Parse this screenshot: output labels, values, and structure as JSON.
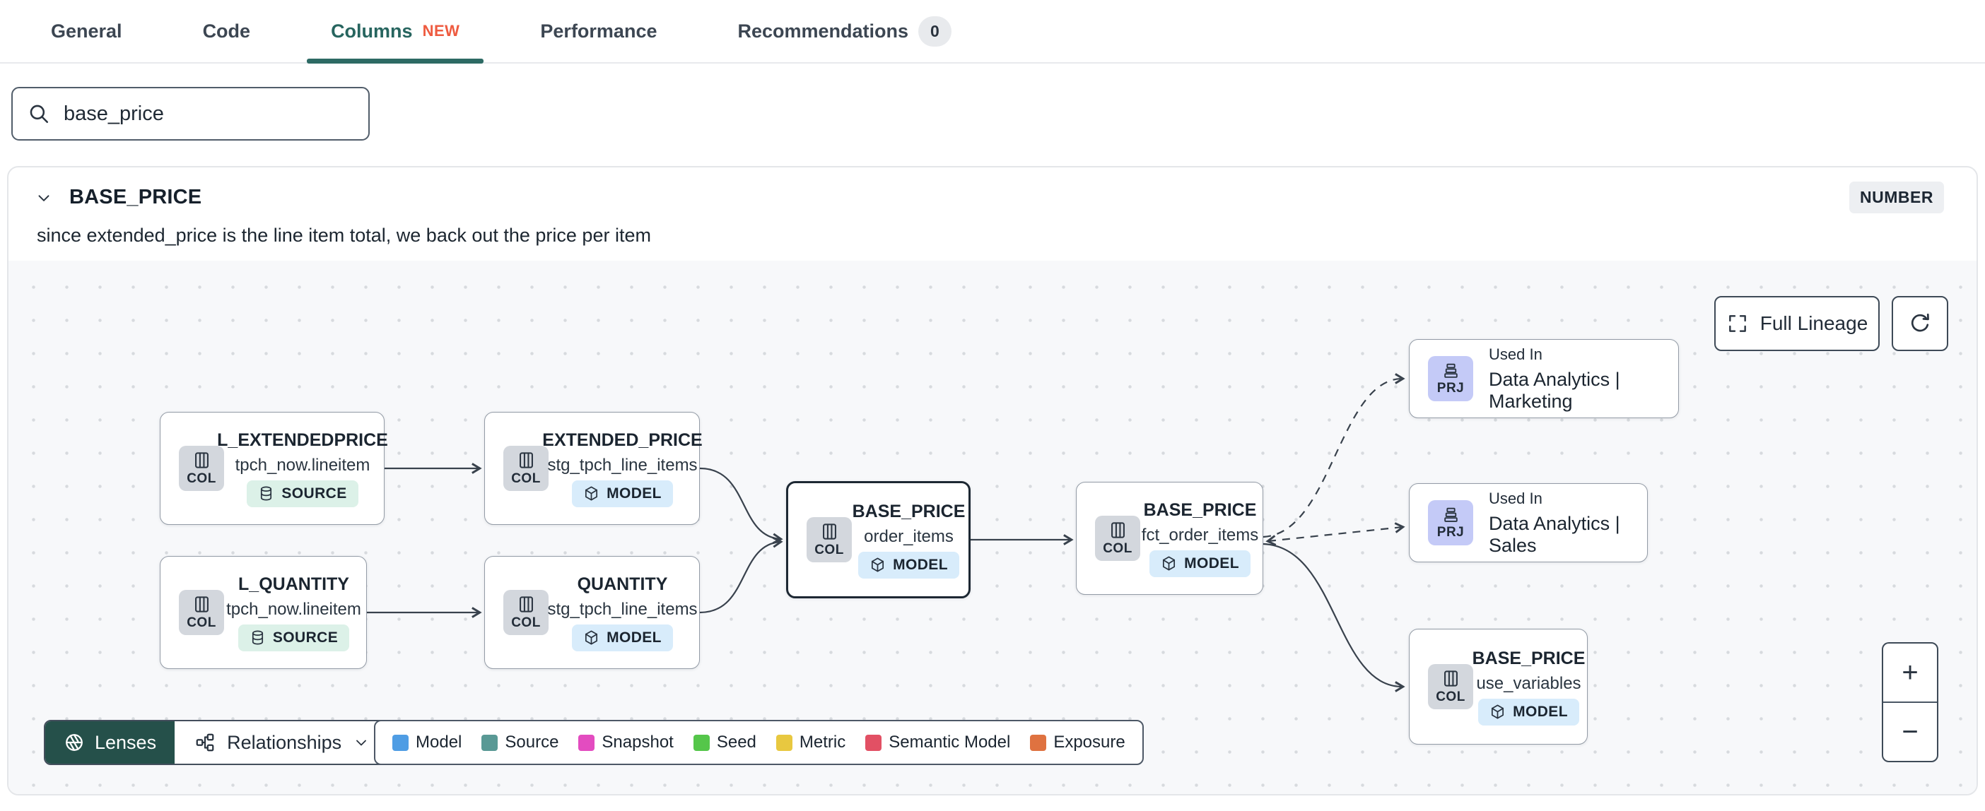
{
  "tabs": {
    "items": [
      {
        "label": "General"
      },
      {
        "label": "Code"
      },
      {
        "label": "Columns",
        "badge": "NEW",
        "active": true
      },
      {
        "label": "Performance"
      },
      {
        "label": "Recommendations",
        "count": "0"
      }
    ]
  },
  "search": {
    "value": "base_price",
    "icon": "search-icon"
  },
  "column_section": {
    "name": "BASE_PRICE",
    "data_type": "NUMBER",
    "description": "since extended_price is the line item total, we back out the price per item",
    "collapse_icon": "chevron-down-icon"
  },
  "lineage": {
    "controls": {
      "full_lineage_label": "Full Lineage",
      "full_lineage_icon": "expand-icon",
      "refresh_icon": "refresh-icon",
      "zoom_in_label": "+",
      "zoom_out_label": "−"
    },
    "toolbar": {
      "lenses_label": "Lenses",
      "lenses_icon": "aperture-icon",
      "relationships_label": "Relationships",
      "relationships_icon": "graph-icon",
      "dropdown_icon": "chevron-down-icon"
    },
    "legend": {
      "items": [
        {
          "label": "Model",
          "color": "#4f9de4"
        },
        {
          "label": "Source",
          "color": "#599995"
        },
        {
          "label": "Snapshot",
          "color": "#e34cc0"
        },
        {
          "label": "Seed",
          "color": "#55c64a"
        },
        {
          "label": "Metric",
          "color": "#e8c840"
        },
        {
          "label": "Semantic Model",
          "color": "#e25064"
        },
        {
          "label": "Exposure",
          "color": "#df7240"
        }
      ]
    },
    "nodes": [
      {
        "kind": "COL",
        "icon": "columns-icon",
        "title": "L_EXTENDEDPRICE",
        "subtitle": "tpch_now.lineitem",
        "badge": "SOURCE",
        "badge_icon": "database-icon"
      },
      {
        "kind": "COL",
        "icon": "columns-icon",
        "title": "EXTENDED_PRICE",
        "subtitle": "stg_tpch_line_items",
        "badge": "MODEL",
        "badge_icon": "cube-icon"
      },
      {
        "kind": "COL",
        "icon": "columns-icon",
        "title": "L_QUANTITY",
        "subtitle": "tpch_now.lineitem",
        "badge": "SOURCE",
        "badge_icon": "database-icon"
      },
      {
        "kind": "COL",
        "icon": "columns-icon",
        "title": "QUANTITY",
        "subtitle": "stg_tpch_line_items",
        "badge": "MODEL",
        "badge_icon": "cube-icon"
      },
      {
        "kind": "COL",
        "icon": "columns-icon",
        "title": "BASE_PRICE",
        "subtitle": "order_items",
        "badge": "MODEL",
        "badge_icon": "cube-icon",
        "selected": true
      },
      {
        "kind": "COL",
        "icon": "columns-icon",
        "title": "BASE_PRICE",
        "subtitle": "fct_order_items",
        "badge": "MODEL",
        "badge_icon": "cube-icon"
      },
      {
        "kind": "COL",
        "icon": "columns-icon",
        "title": "BASE_PRICE",
        "subtitle": "use_variables",
        "badge": "MODEL",
        "badge_icon": "cube-icon"
      }
    ],
    "usage_nodes": [
      {
        "kind": "PRJ",
        "icon": "project-stack-icon",
        "label": "Used In",
        "name": "Data Analytics | Marketing"
      },
      {
        "kind": "PRJ",
        "icon": "project-stack-icon",
        "label": "Used In",
        "name": "Data Analytics | Sales"
      }
    ]
  }
}
